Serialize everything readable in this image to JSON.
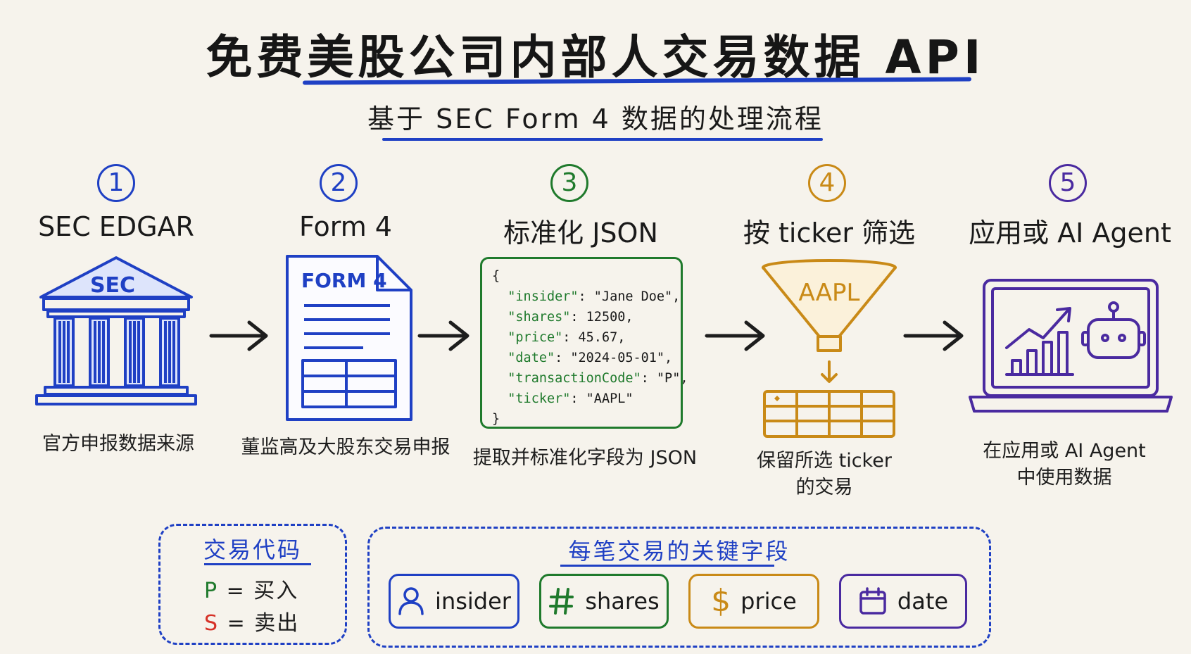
{
  "title": "免费美股公司内部人交易数据 API",
  "subtitle": "基于 SEC Form 4 数据的处理流程",
  "colors": {
    "blue": "#1f40c4",
    "green": "#1f7a2c",
    "orange": "#c98a17",
    "purple": "#4a2aa0",
    "red": "#d63127"
  },
  "steps": [
    {
      "number": "1",
      "title": "SEC EDGAR",
      "caption": "官方申报数据来源",
      "icon": "bank-building-icon",
      "icon_text": "SEC"
    },
    {
      "number": "2",
      "title": "Form 4",
      "caption": "董监高及大股东交易申报",
      "icon": "document-icon",
      "icon_text": "FORM 4"
    },
    {
      "number": "3",
      "title": "标准化 JSON",
      "caption": "提取并标准化字段为 JSON",
      "icon": "json-code-icon"
    },
    {
      "number": "4",
      "title": "按 ticker 筛选",
      "caption_line1": "保留所选 ticker",
      "caption_line2": "的交易",
      "icon": "funnel-icon",
      "icon_text": "AAPL"
    },
    {
      "number": "5",
      "title": "应用或 AI Agent",
      "caption_line1": "在应用或 AI Agent",
      "caption_line2": "中使用数据",
      "icon": "laptop-icon"
    }
  ],
  "json_sample": {
    "open": "{",
    "close": "}",
    "rows": [
      {
        "key": "\"insider\"",
        "value": ": \"Jane Doe\","
      },
      {
        "key": "\"shares\"",
        "value": ": 12500,"
      },
      {
        "key": "\"price\"",
        "value": ": 45.67,"
      },
      {
        "key": "\"date\"",
        "value": ": \"2024-05-01\","
      },
      {
        "key": "\"transactionCode\"",
        "value": ": \"P\","
      },
      {
        "key": "\"ticker\"",
        "value": ": \"AAPL\""
      }
    ]
  },
  "codes_box": {
    "title": "交易代码",
    "items": [
      {
        "code": "P",
        "meaning": " = 买入"
      },
      {
        "code": "S",
        "meaning": " = 卖出"
      }
    ]
  },
  "fields_box": {
    "title": "每笔交易的关键字段",
    "fields": [
      {
        "label": "insider",
        "icon": "person-icon"
      },
      {
        "label": "shares",
        "icon": "hash-icon"
      },
      {
        "label": "price",
        "icon": "dollar-icon"
      },
      {
        "label": "date",
        "icon": "calendar-icon"
      }
    ]
  }
}
